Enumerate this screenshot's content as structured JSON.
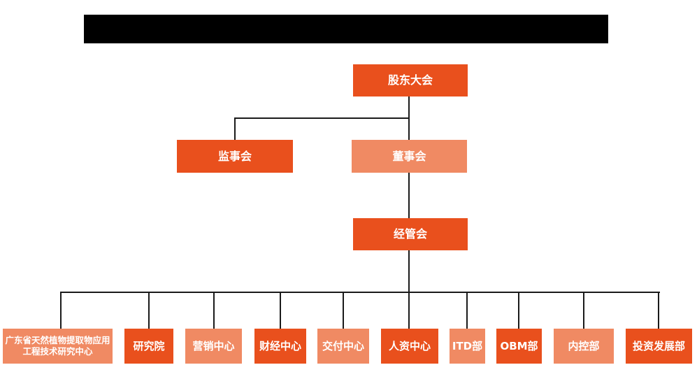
{
  "colors": {
    "primary_orange": "#E9501D",
    "light_orange": "#F08A63",
    "connector": "#1A1A1A",
    "redaction": "#000000",
    "node_text": "#FFFFFF",
    "background": "#FFFFFF"
  },
  "org_chart": {
    "type": "org-tree",
    "title_redacted": true,
    "nodes": [
      {
        "id": "shareholders-meeting",
        "label": "股东大会",
        "level": 1,
        "parent": null,
        "color": "#E9501D"
      },
      {
        "id": "supervisory-board",
        "label": "监事会",
        "level": 2,
        "parent": "shareholders-meeting",
        "color": "#E9501D"
      },
      {
        "id": "board-of-directors",
        "label": "董事会",
        "level": 2,
        "parent": "shareholders-meeting",
        "color": "#F08A63"
      },
      {
        "id": "management-committee",
        "label": "经管会",
        "level": 3,
        "parent": "board-of-directors",
        "color": "#E9501D"
      },
      {
        "id": "gd-plant-extract-center",
        "label": "广东省天然植物提取物应用工程技术研究中心",
        "level": 4,
        "parent": "management-committee",
        "color": "#F08A63"
      },
      {
        "id": "research-institute",
        "label": "研究院",
        "level": 4,
        "parent": "management-committee",
        "color": "#E9501D"
      },
      {
        "id": "marketing-center",
        "label": "营销中心",
        "level": 4,
        "parent": "management-committee",
        "color": "#F08A63"
      },
      {
        "id": "finance-center",
        "label": "财经中心",
        "level": 4,
        "parent": "management-committee",
        "color": "#E9501D"
      },
      {
        "id": "delivery-center",
        "label": "交付中心",
        "level": 4,
        "parent": "management-committee",
        "color": "#F08A63"
      },
      {
        "id": "hr-center",
        "label": "人资中心",
        "level": 4,
        "parent": "management-committee",
        "color": "#E9501D"
      },
      {
        "id": "itd-dept",
        "label": "ITD部",
        "level": 4,
        "parent": "management-committee",
        "color": "#F08A63"
      },
      {
        "id": "obm-dept",
        "label": "OBM部",
        "level": 4,
        "parent": "management-committee",
        "color": "#E9501D"
      },
      {
        "id": "internal-control-dept",
        "label": "内控部",
        "level": 4,
        "parent": "management-committee",
        "color": "#F08A63"
      },
      {
        "id": "investment-dev-dept",
        "label": "投资发展部",
        "level": 4,
        "parent": "management-committee",
        "color": "#E9501D"
      }
    ]
  }
}
